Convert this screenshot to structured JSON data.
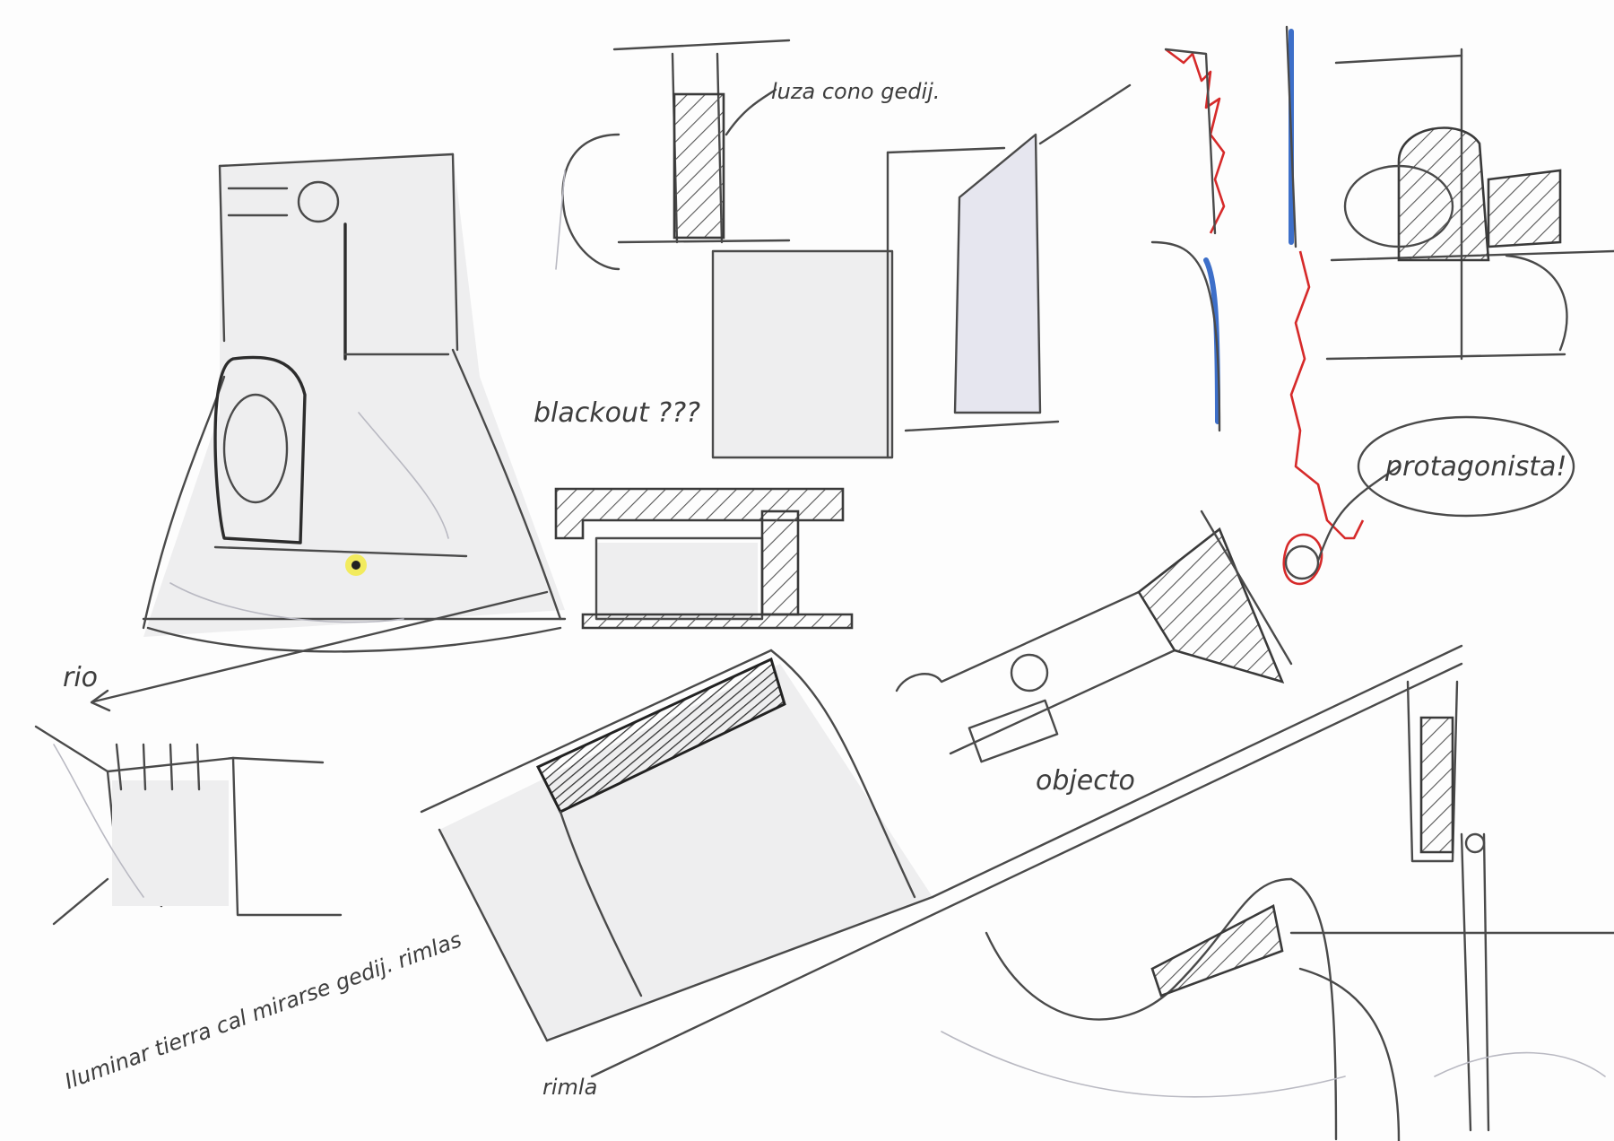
{
  "annotations": {
    "rio": "rio",
    "luz_cono": "luza cono gedij.",
    "blackout": "blackout ???",
    "protagonista": "protagonista!",
    "objecto": "objecto",
    "rimla": "rimla",
    "bottom_left_note": "Iluminar tierra cal mirarse gedij. rimlas"
  },
  "colors": {
    "pencil": "#4a4a4a",
    "red_pencil": "#d62a2a",
    "blue_pencil": "#3d6fc9",
    "yellow_marker": "#f2ea3a"
  }
}
